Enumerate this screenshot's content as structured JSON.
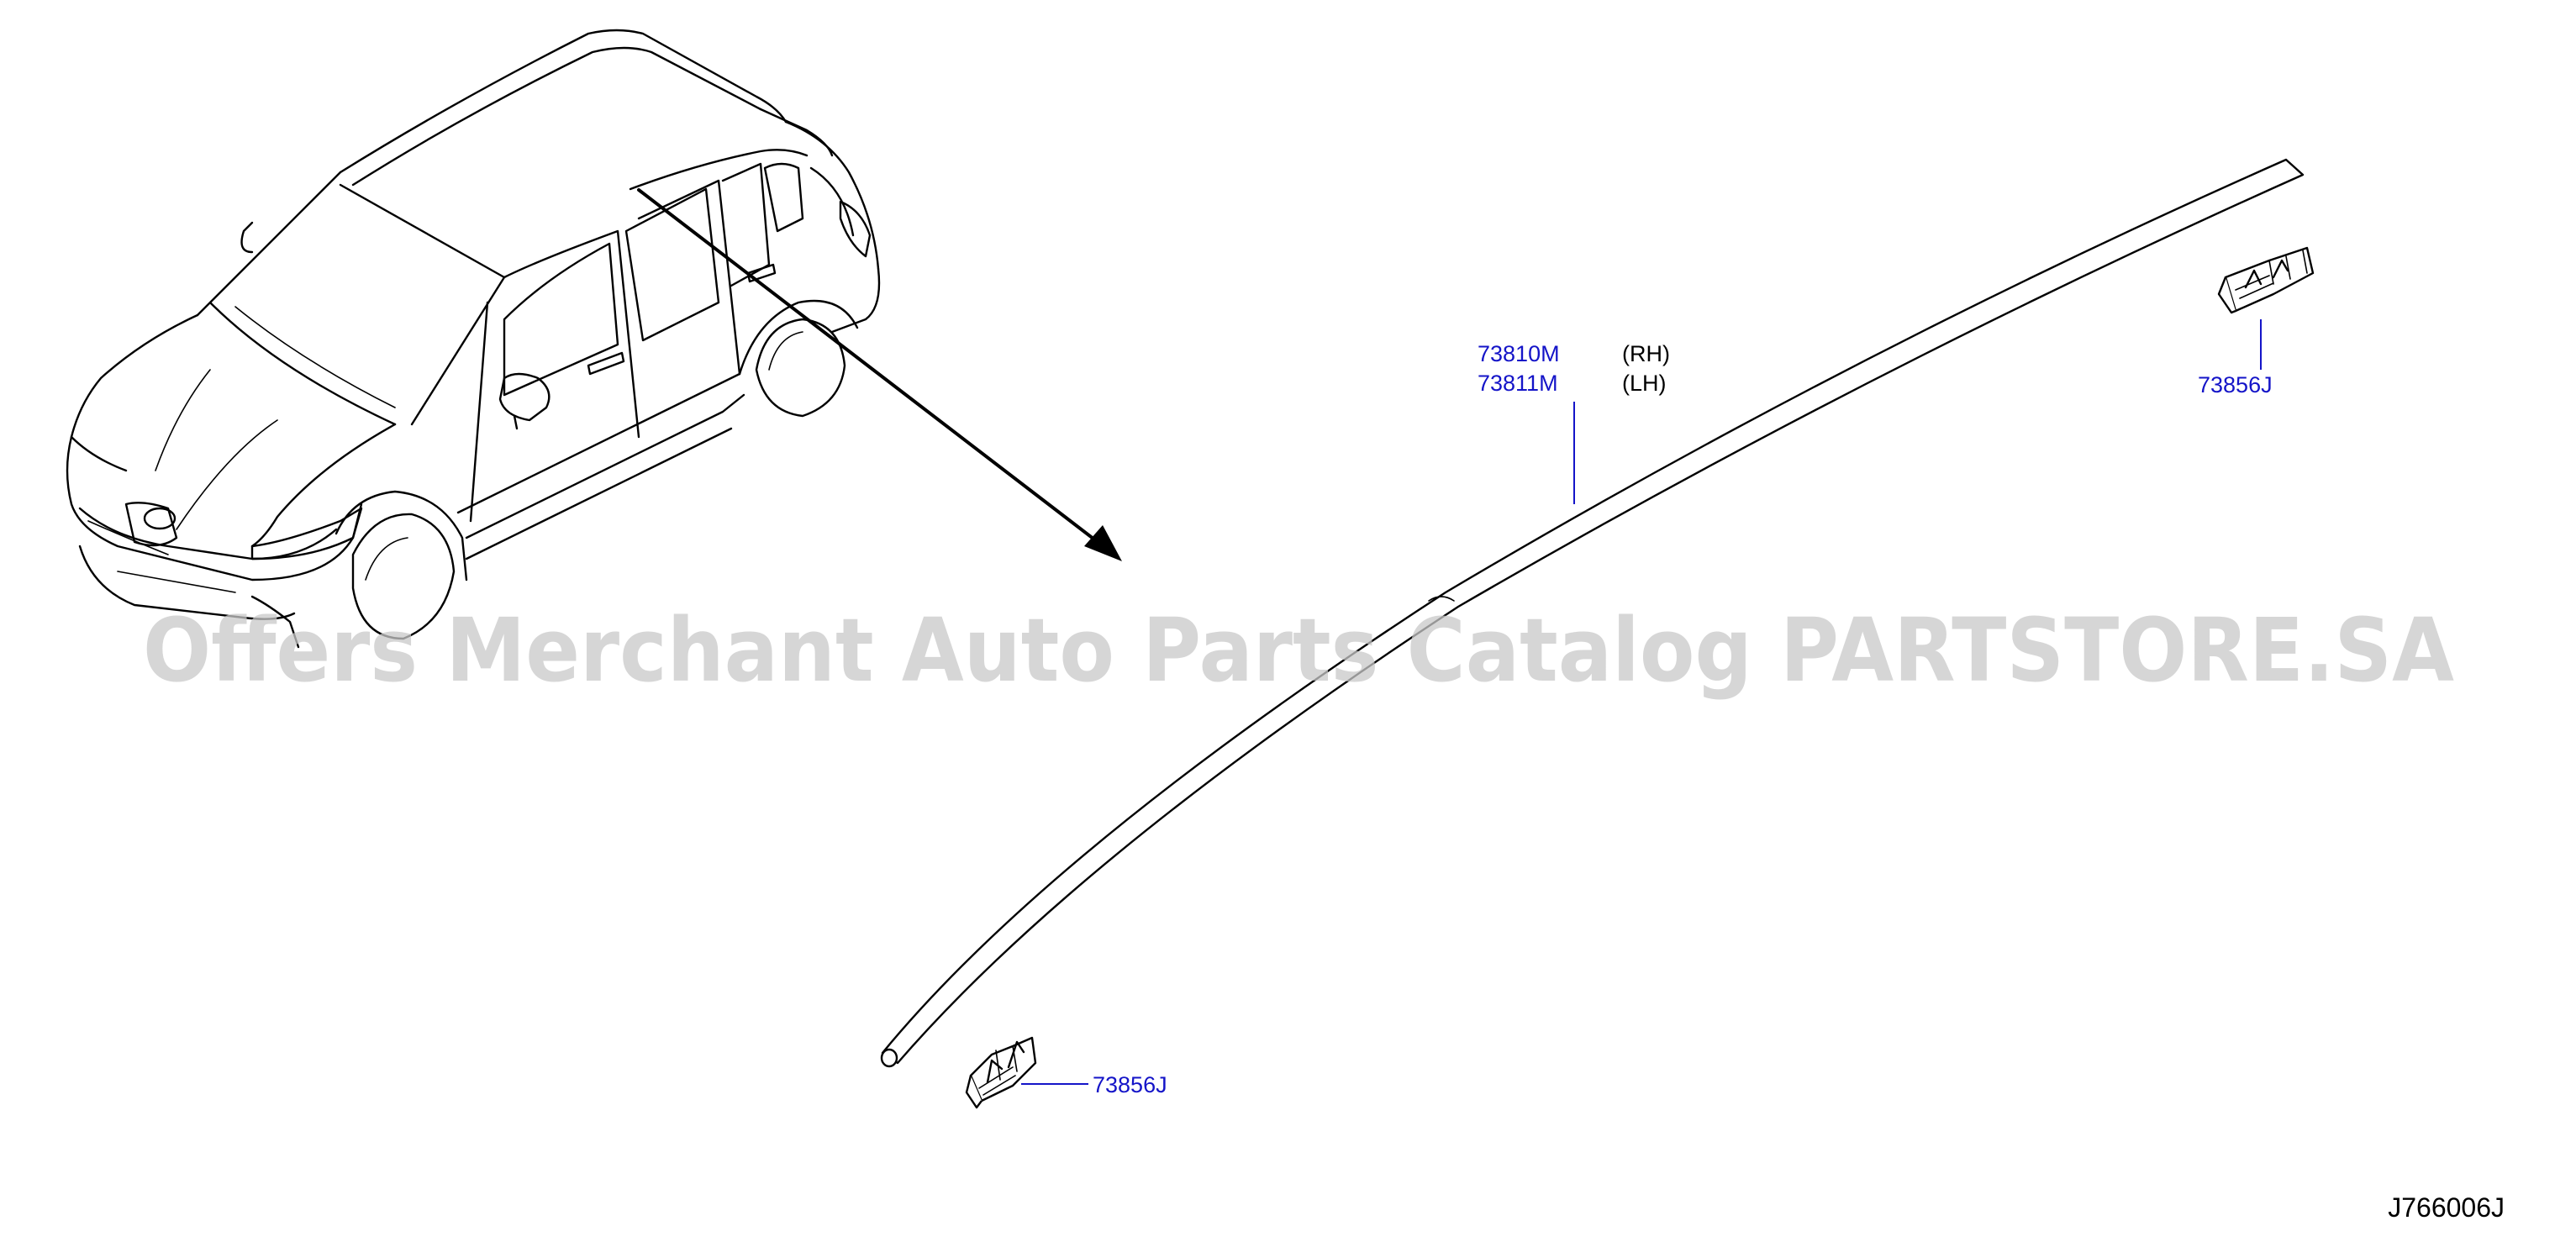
{
  "diagram": {
    "reference_code": "J766006J",
    "watermark": "Offers Merchant Auto Parts Catalog PARTSTORE.SA",
    "colors": {
      "line": "#000000",
      "label": "#1414c8",
      "watermark": "#c8c8c8",
      "background": "#ffffff"
    },
    "parts": [
      {
        "number": "73810M",
        "side": "(RH)"
      },
      {
        "number": "73811M",
        "side": "(LH)"
      },
      {
        "number": "73856J"
      },
      {
        "number": "73856J"
      }
    ],
    "icons": {
      "vehicle": "hatchback-car-outline",
      "molding": "roof-drip-molding-strip",
      "clip": "molding-clip"
    }
  }
}
